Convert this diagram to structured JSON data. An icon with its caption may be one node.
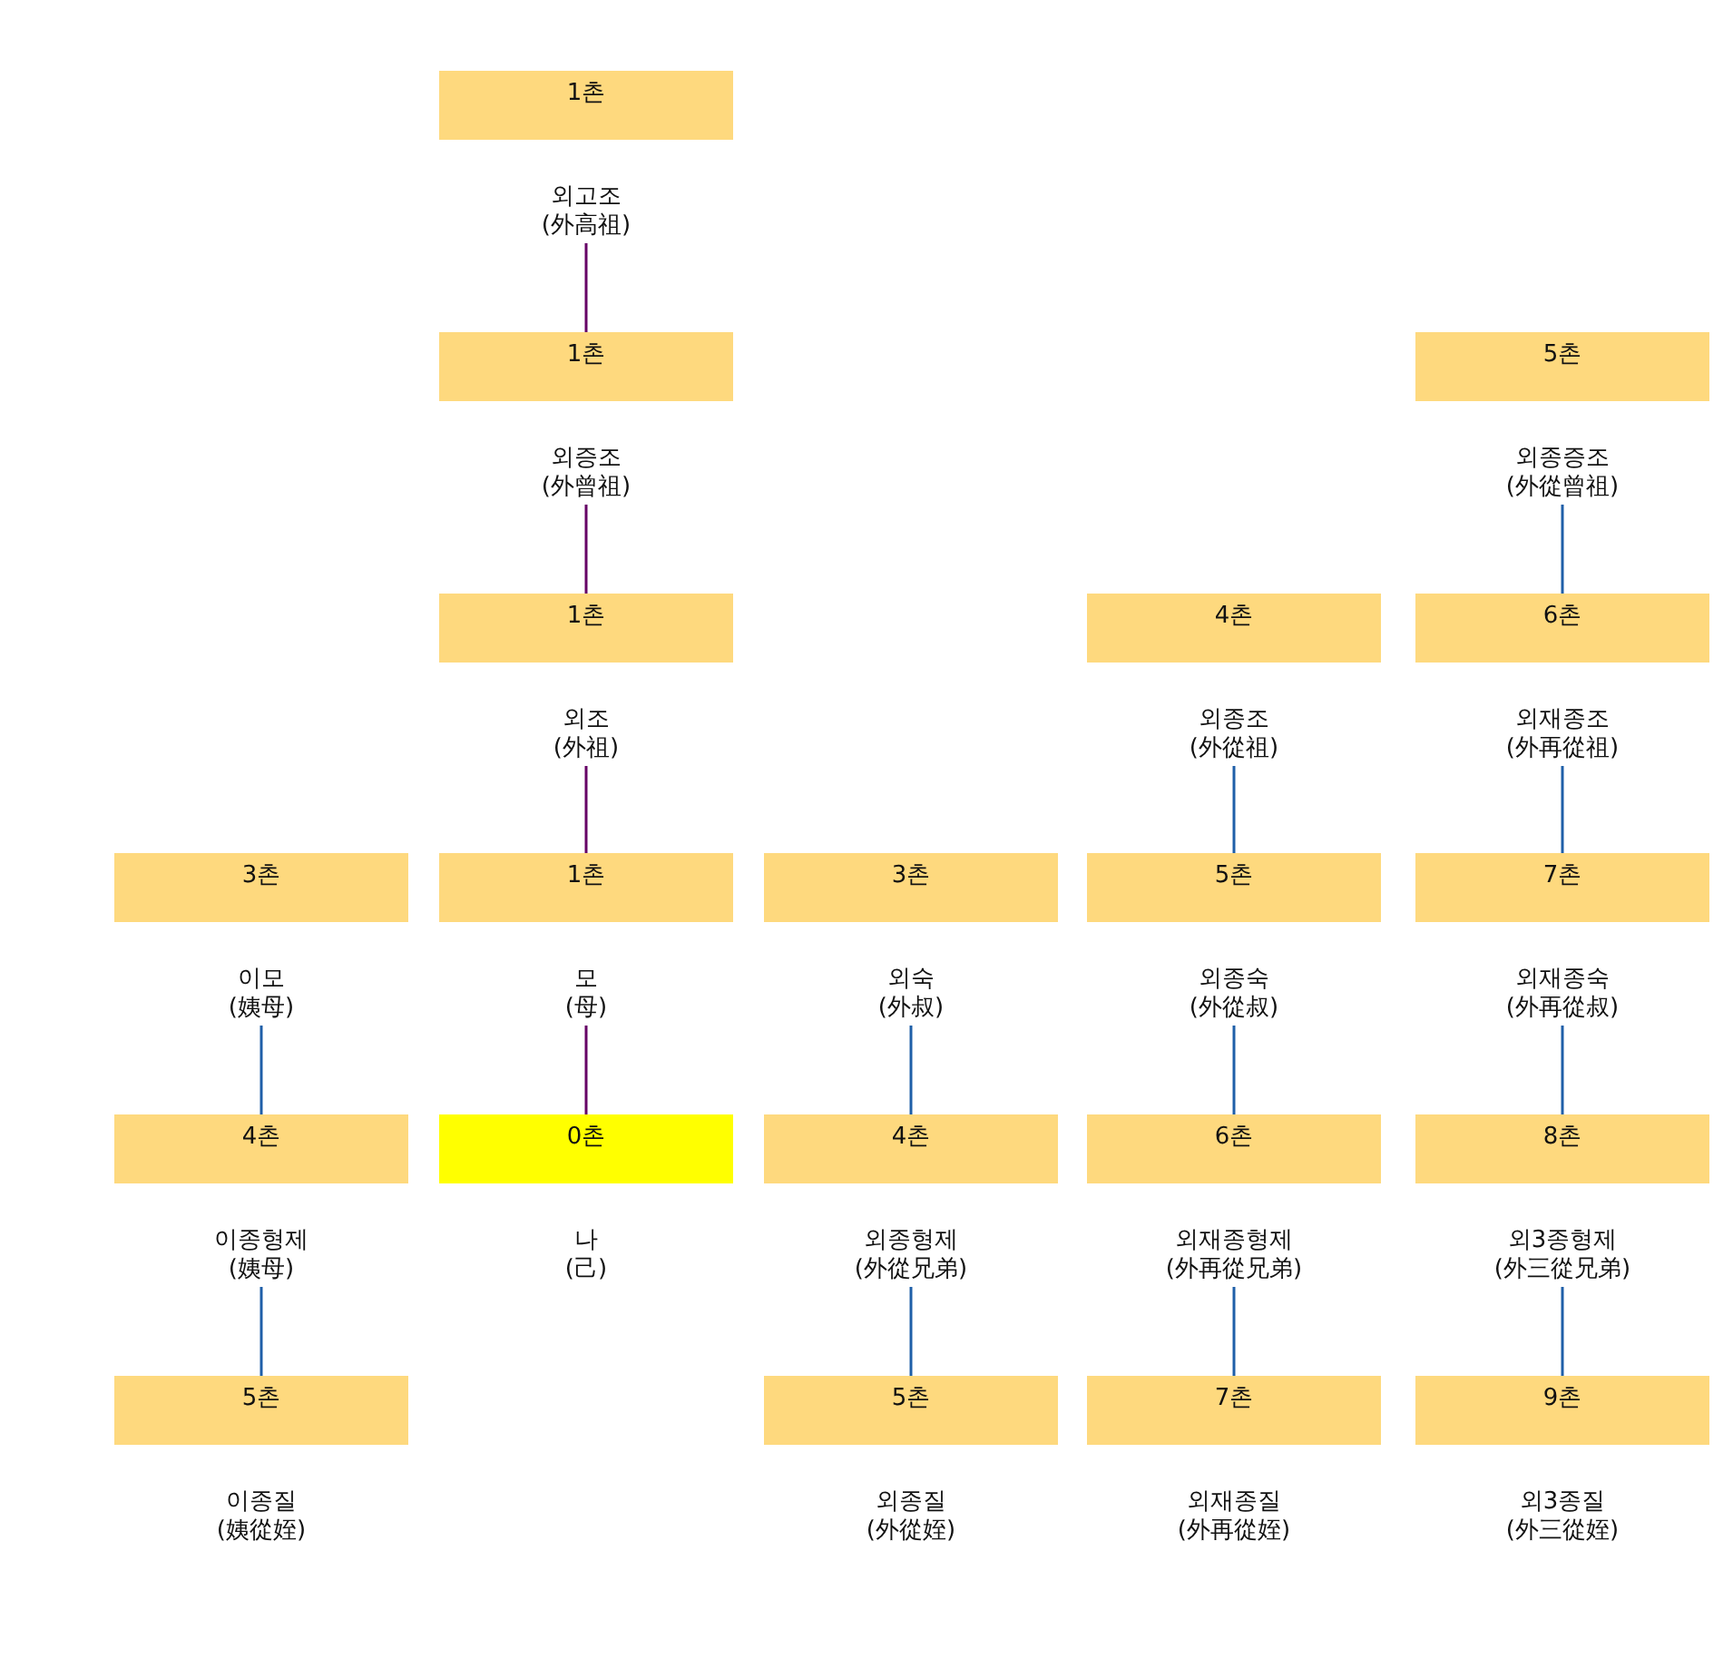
{
  "diagram": {
    "nodes": [
      {
        "text": [
          "1촌",
          "외고조",
          "(外高祖)"
        ]
      },
      {
        "text": [
          "1촌",
          "외증조",
          "(外曾祖)"
        ]
      },
      {
        "text": [
          "5촌",
          "외종증조",
          "(外從曾祖)"
        ]
      },
      {
        "text": [
          "1촌",
          "외조",
          "(外祖)"
        ]
      },
      {
        "text": [
          "4촌",
          "외종조",
          "(外從祖)"
        ]
      },
      {
        "text": [
          "6촌",
          "외재종조",
          "(外再從祖)"
        ]
      },
      {
        "text": [
          "3촌",
          "이모",
          "(姨母)"
        ]
      },
      {
        "text": [
          "1촌",
          "모",
          "(母)"
        ]
      },
      {
        "text": [
          "3촌",
          "외숙",
          "(外叔)"
        ]
      },
      {
        "text": [
          "5촌",
          "외종숙",
          "(外從叔)"
        ]
      },
      {
        "text": [
          "7촌",
          "외재종숙",
          "(外再從叔)"
        ]
      },
      {
        "text": [
          "4촌",
          "이종형제",
          "(姨母)"
        ]
      },
      {
        "text": [
          "0촌",
          "나",
          "(己)"
        ]
      },
      {
        "text": [
          "4촌",
          "외종형제",
          "(外從兄弟)"
        ]
      },
      {
        "text": [
          "6촌",
          "외재종형제",
          "(外再從兄弟)"
        ]
      },
      {
        "text": [
          "8촌",
          "외3종형제",
          "(外三從兄弟)"
        ]
      },
      {
        "text": [
          "5촌",
          "이종질",
          "(姨從姪)"
        ]
      },
      {
        "text": [
          "5촌",
          "외종질",
          "(外從姪)"
        ]
      },
      {
        "text": [
          "7촌",
          "외재종질",
          "(外再從姪)"
        ]
      },
      {
        "text": [
          "9촌",
          "외3종질",
          "(外三從姪)"
        ]
      }
    ],
    "edges": [
      {
        "from": 0,
        "to": 1,
        "arrow": "none",
        "color": "#660066"
      },
      {
        "from": 1,
        "to": 3,
        "arrow": "none",
        "color": "#660066"
      },
      {
        "from": 3,
        "to": 7,
        "arrow": "none",
        "color": "#660066"
      },
      {
        "from": 7,
        "to": 12,
        "arrow": "none",
        "color": "#660066"
      },
      {
        "from": 2,
        "to": 5,
        "arrow": "none"
      },
      {
        "from": 5,
        "to": 10,
        "arrow": "none"
      },
      {
        "from": 10,
        "to": 15,
        "arrow": "none"
      },
      {
        "from": 15,
        "to": 19,
        "arrow": "none"
      },
      {
        "from": 4,
        "to": 9,
        "arrow": "none"
      },
      {
        "from": 9,
        "to": 14,
        "arrow": "none"
      },
      {
        "from": 14,
        "to": 18,
        "arrow": "none"
      },
      {
        "from": 8,
        "to": 13,
        "arrow": "none"
      },
      {
        "from": 13,
        "to": 17,
        "arrow": "none"
      },
      {
        "from": 6,
        "to": 11,
        "arrow": "none"
      },
      {
        "from": 11,
        "to": 16,
        "arrow": "none"
      }
    ]
  }
}
